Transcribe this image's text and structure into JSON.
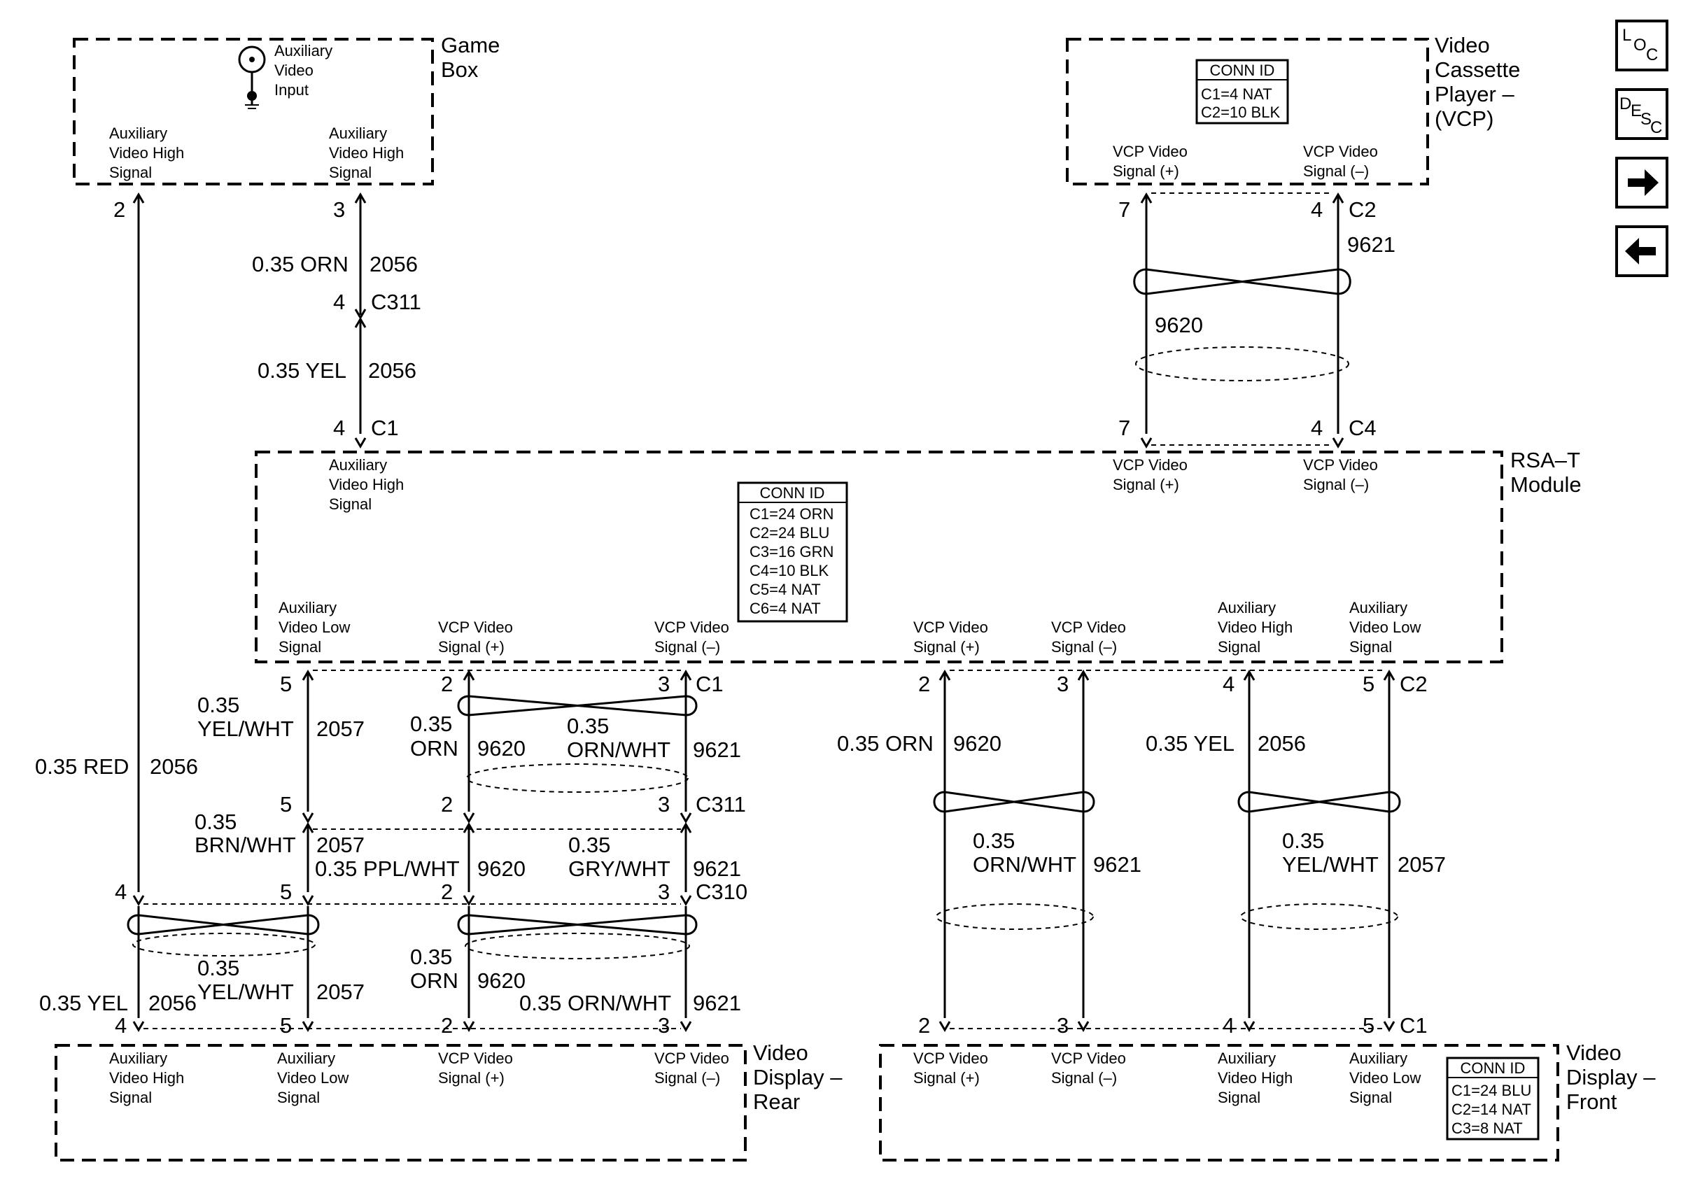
{
  "game_box": {
    "title_1": "Game",
    "title_2": "Box",
    "jack_label_1": "Auxiliary",
    "jack_label_2": "Video",
    "jack_label_3": "Input",
    "pin2_label": [
      "Auxiliary",
      "Video High",
      "Signal"
    ],
    "pin3_label": [
      "Auxiliary",
      "Video High",
      "Signal"
    ],
    "pin2": "2",
    "pin3": "3"
  },
  "vcp": {
    "title": [
      "Video",
      "Cassette",
      "Player –",
      "(VCP)"
    ],
    "conn_id_title": "CONN ID",
    "conn_id": [
      "C1=4 NAT",
      "C2=10 BLK"
    ],
    "pin7_label": [
      "VCP Video",
      "Signal (+)"
    ],
    "pin4_label": [
      "VCP Video",
      "Signal (–)"
    ],
    "pin7": "7",
    "pin4": "4",
    "connector_top": "C2",
    "circuit_9621": "9621",
    "circuit_9620": "9620",
    "pin7_bottom": "7",
    "pin4_bottom": "4",
    "connector_bottom": "C4"
  },
  "game_wire": {
    "wire1_size": "0.35 ORN",
    "wire1_circuit": "2056",
    "c311_pin": "4",
    "c311": "C311",
    "wire2_size": "0.35 YEL",
    "wire2_circuit": "2056",
    "c1_pin": "4",
    "c1": "C1"
  },
  "rsa": {
    "title": [
      "RSA–T",
      "Module"
    ],
    "top_aux_label": [
      "Auxiliary",
      "Video High",
      "Signal"
    ],
    "top_vcp_pos": [
      "VCP Video",
      "Signal (+)"
    ],
    "top_vcp_neg": [
      "VCP Video",
      "Signal (–)"
    ],
    "conn_id_title": "CONN ID",
    "conn_id": [
      "C1=24 ORN",
      "C2=24 BLU",
      "C3=16 GRN",
      "C4=10 BLK",
      "C5=4 NAT",
      "C6=4 NAT"
    ],
    "bottom_labels": [
      [
        "Auxiliary",
        "Video Low",
        "Signal"
      ],
      [
        "VCP Video",
        "Signal (+)"
      ],
      [
        "VCP Video",
        "Signal (–)"
      ],
      [
        "VCP Video",
        "Signal (+)"
      ],
      [
        "VCP Video",
        "Signal (–)"
      ],
      [
        "Auxiliary",
        "Video High",
        "Signal"
      ],
      [
        "Auxiliary",
        "Video Low",
        "Signal"
      ]
    ]
  },
  "rear_wiring": {
    "c1_pins": [
      "5",
      "2",
      "3"
    ],
    "c1": "C1",
    "w_5_size": [
      "0.35",
      "YEL/WHT"
    ],
    "w_5_circuit": "2057",
    "w_2_size": [
      "0.35",
      "ORN"
    ],
    "w_2_circuit": "9620",
    "w_3_size": [
      "0.35",
      "ORN/WHT"
    ],
    "w_3_circuit": "9621",
    "red_size": "0.35 RED",
    "red_circuit": "2056",
    "c311_pins": [
      "5",
      "2",
      "3"
    ],
    "c311": "C311",
    "brn_size": [
      "0.35",
      "BRN/WHT"
    ],
    "brn_circuit": "2057",
    "ppl_size": "0.35 PPL/WHT",
    "ppl_circuit": "9620",
    "gry_size": [
      "0.35",
      "GRY/WHT"
    ],
    "gry_circuit": "9621",
    "c310_pins": [
      "4",
      "5",
      "2",
      "3"
    ],
    "c310": "C310",
    "low_yelwht_size": [
      "0.35",
      "YEL/WHT"
    ],
    "low_yelwht_circuit": "2057",
    "low_orn_size": [
      "0.35",
      "ORN"
    ],
    "low_orn_circuit": "9620",
    "low_yel_size": "0.35 YEL",
    "low_yel_circuit": "2056",
    "low_ornwht_size": "0.35 ORN/WHT",
    "low_ornwht_circuit": "9621",
    "display_pins": [
      "4",
      "5",
      "2",
      "3"
    ]
  },
  "rear_display": {
    "title": [
      "Video",
      "Display –",
      "Rear"
    ],
    "labels": [
      [
        "Auxiliary",
        "Video High",
        "Signal"
      ],
      [
        "Auxiliary",
        "Video Low",
        "Signal"
      ],
      [
        "VCP Video",
        "Signal (+)"
      ],
      [
        "VCP Video",
        "Signal (–)"
      ]
    ]
  },
  "front_wiring": {
    "c2_pins": [
      "2",
      "3",
      "4",
      "5"
    ],
    "c2": "C2",
    "orn_size": "0.35 ORN",
    "orn_circuit": "9620",
    "ornwht_size": [
      "0.35",
      "ORN/WHT"
    ],
    "ornwht_circuit": "9621",
    "yel_size": "0.35 YEL",
    "yel_circuit": "2056",
    "yelwht_size": [
      "0.35",
      "YEL/WHT"
    ],
    "yelwht_circuit": "2057",
    "c1_pins": [
      "2",
      "3",
      "4",
      "5"
    ],
    "c1": "C1"
  },
  "front_display": {
    "title": [
      "Video",
      "Display –",
      "Front"
    ],
    "labels": [
      [
        "VCP Video",
        "Signal (+)"
      ],
      [
        "VCP Video",
        "Signal (–)"
      ],
      [
        "Auxiliary",
        "Video High",
        "Signal"
      ],
      [
        "Auxiliary",
        "Video Low",
        "Signal"
      ]
    ],
    "conn_id_title": "CONN ID",
    "conn_id": [
      "C1=24 BLU",
      "C2=14 NAT",
      "C3=8 NAT"
    ]
  },
  "nav": {
    "loc": [
      "L",
      "O",
      "C"
    ],
    "desc": [
      "D",
      "E",
      "S",
      "C"
    ],
    "next_icon": "right-arrow",
    "prev_icon": "left-arrow"
  }
}
